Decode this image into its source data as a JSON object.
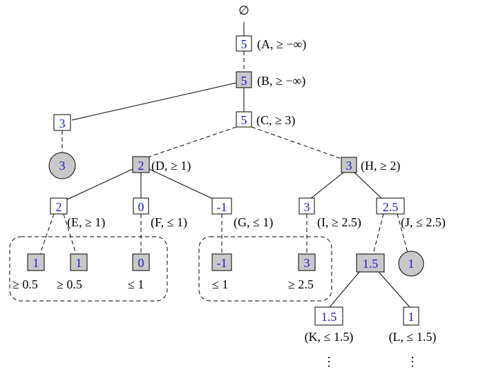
{
  "root_symbol": "∅",
  "nodes": [
    {
      "id": "n1",
      "value": "5",
      "label": "(A, ≥ −∞)"
    },
    {
      "id": "n2",
      "value": "5",
      "label": "(B, ≥ −∞)"
    },
    {
      "id": "n3",
      "value": "3",
      "label": ""
    },
    {
      "id": "n4",
      "value": "3",
      "label": ""
    },
    {
      "id": "n5",
      "value": "5",
      "label": "(C, ≥ 3)"
    },
    {
      "id": "n6",
      "value": "2",
      "label": "(D, ≥ 1)"
    },
    {
      "id": "n7",
      "value": "3",
      "label": "(H, ≥ 2)"
    },
    {
      "id": "n8",
      "value": "2",
      "label": "(E, ≥ 1)"
    },
    {
      "id": "n9",
      "value": "0",
      "label": "(F, ≤ 1)"
    },
    {
      "id": "n10",
      "value": "-1",
      "label": "(G, ≤ 1)"
    },
    {
      "id": "n11",
      "value": "3",
      "label": "(I, ≥ 2.5)"
    },
    {
      "id": "n12",
      "value": "2.5",
      "label": "(J, ≤ 2.5)"
    },
    {
      "id": "n13",
      "value": "1",
      "label": "≥ 0.5"
    },
    {
      "id": "n14",
      "value": "1",
      "label": "≥ 0.5"
    },
    {
      "id": "n15",
      "value": "0",
      "label": "≤ 1"
    },
    {
      "id": "n16",
      "value": "-1",
      "label": "≤ 1"
    },
    {
      "id": "n17",
      "value": "3",
      "label": "≥ 2.5"
    },
    {
      "id": "n18",
      "value": "1.5",
      "label": ""
    },
    {
      "id": "n19",
      "value": "1",
      "label": ""
    },
    {
      "id": "n20",
      "value": "1.5",
      "label": "(K, ≤ 1.5)"
    },
    {
      "id": "n21",
      "value": "1",
      "label": "(L, ≤ 1.5)"
    }
  ],
  "continuation": "⋮",
  "colors": {
    "value_text": "#1a1adb",
    "shaded_fill": "#c8c8c8",
    "plain_fill": "#ffffff",
    "line": "#000000"
  }
}
